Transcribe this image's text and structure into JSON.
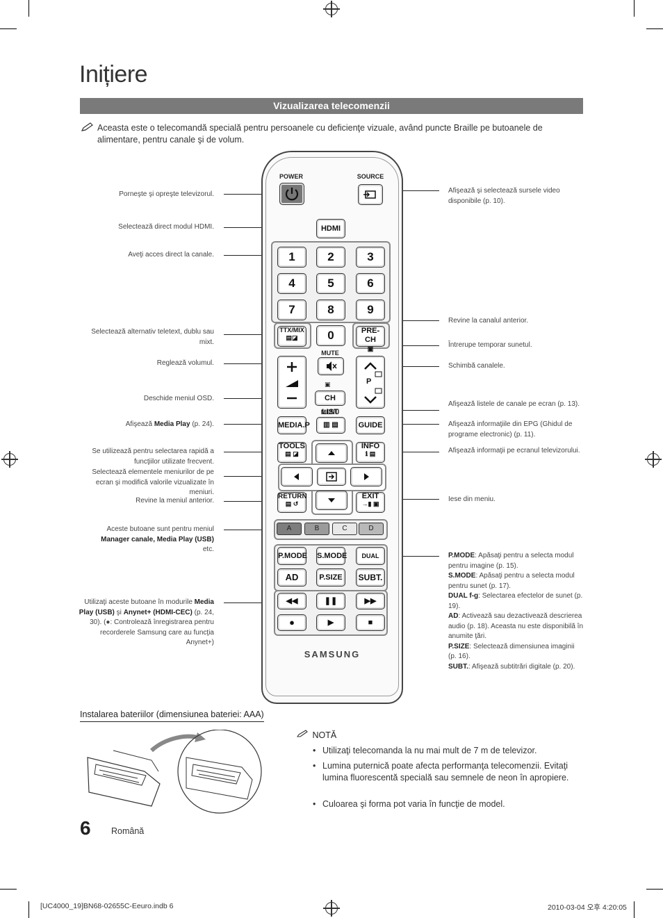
{
  "page_title": "Inițiere",
  "banner": "Vizualizarea telecomenzii",
  "intro": "Aceasta este o telecomandă specială pentru persoanele cu deficienţe vizuale, având puncte Braille pe butoanele de alimentare, pentru canale şi de volum.",
  "left_labels": [
    "Porneşte şi opreşte televizorul.",
    "Selectează direct modul HDMI.",
    "Aveţi acces direct la canale.",
    "Selectează alternativ teletext, dublu sau mixt.",
    "Reglează volumul.",
    "Deschide meniul OSD.",
    "Se utilizează pentru selectarea rapidă a funcţiilor utilizate frecvent.",
    "Selectează elementele meniurilor de pe ecran şi modifică valorile vizualizate în meniuri.",
    "Revine la meniul anterior.",
    "etc."
  ],
  "media_play_label": {
    "pre": "Afişează",
    "bold": "Media Play",
    "post": "(p. 24)."
  },
  "colour_label": {
    "line1": "Aceste butoane sunt pentru meniul",
    "bold": "Manager canale, Media Play (USB)"
  },
  "transport_label": {
    "l1": "Utilizaţi aceste butoane în modurile",
    "b1": "Media Play (USB)",
    "and": "şi",
    "b2": "Anynet+ (HDMI-CEC)",
    "ref": "(p. 24, 30).",
    "l2": "(●: Controlează înregistrarea pentru recorderele Samsung care au funcţia Anynet+)"
  },
  "right_labels": [
    "Afişează şi selectează sursele video disponibile (p. 10).",
    "Revine la canalul anterior.",
    "Întrerupe temporar sunetul.",
    "Schimbă canalele.",
    "Afişează listele de canale pe ecran (p. 13).",
    "Afişează informaţiile din EPG (Ghidul de programe electronic) (p. 11).",
    "Afişează informaţii pe ecranul televizorului.",
    "Iese din meniu."
  ],
  "mode_labels": [
    {
      "key": "P.MODE",
      "text": ": Apăsaţi pentru a selecta modul pentru imagine (p. 15)."
    },
    {
      "key": "S.MODE",
      "text": ": Apăsaţi pentru a selecta modul pentru sunet (p. 17)."
    },
    {
      "key": "DUAL f-g",
      "text": ": Selectarea efectelor de sunet (p. 19)."
    },
    {
      "key": "AD",
      "text": ": Activează sau dezactivează descrierea audio (p. 18). Aceasta nu este disponibilă în anumite ţări."
    },
    {
      "key": "P.SIZE",
      "text": ": Selectează dimensiunea imaginii (p. 16)."
    },
    {
      "key": "SUBT.",
      "text": ": Afişează subtitrări digitale (p. 20)."
    }
  ],
  "remote": {
    "power": "POWER",
    "source": "SOURCE",
    "hdmi": "HDMI",
    "digits": [
      "1",
      "2",
      "3",
      "4",
      "5",
      "6",
      "7",
      "8",
      "9"
    ],
    "zero": "0",
    "ttx": "TTX/MIX",
    "prech": "PRE-CH",
    "mute": "MUTE",
    "chlist": "CH LIST",
    "p": "P",
    "menu": "MENU",
    "mediap": "MEDIA.P",
    "guide": "GUIDE",
    "tools": "TOOLS",
    "info": "INFO",
    "return": "RETURN",
    "exit": "EXIT",
    "colors": [
      "A",
      "B",
      "C",
      "D"
    ],
    "pmode": "P.MODE",
    "smode": "S.MODE",
    "dual": "DUAL",
    "ad": "AD",
    "psize": "P.SIZE",
    "subt": "SUBT.",
    "brand": "SAMSUNG"
  },
  "colors": {
    "A": "#7d7d7d",
    "B": "#9b9b9b",
    "C": "#e8e8e8",
    "D": "#b8b8b8",
    "banner": "#7a7a7a"
  },
  "battery_title": "Instalarea bateriilor (dimensiunea bateriei: AAA)",
  "note_title": "NOTĂ",
  "notes": [
    "Utilizaţi telecomanda la nu mai mult de 7 m de televizor.",
    "Lumina puternică poate afecta performanţa telecomenzii. Evitaţi lumina fluorescentă specială sau semnele de neon în apropiere.",
    "Culoarea şi forma pot varia în funcţie de model."
  ],
  "page_number": "6",
  "language": "Română",
  "footer_left": "[UC4000_19]BN68-02655C-Eeuro.indb   6",
  "footer_right": "2010-03-04   오후 4:20:05"
}
